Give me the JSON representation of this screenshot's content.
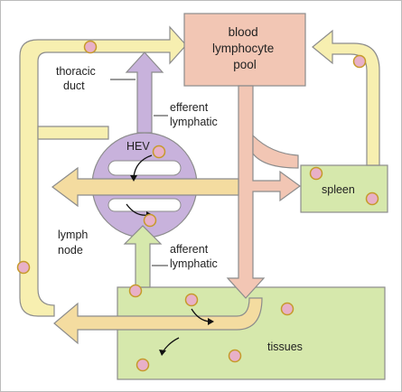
{
  "labels": {
    "blood_pool": [
      "blood",
      "lymphocyte",
      "pool"
    ],
    "thoracic_duct": [
      "thoracic",
      "duct"
    ],
    "efferent_lymphatic": [
      "efferent",
      "lymphatic"
    ],
    "hev": "HEV",
    "spleen": "spleen",
    "lymph_node": [
      "lymph",
      "node"
    ],
    "afferent_lymphatic": [
      "afferent",
      "lymphatic"
    ],
    "tissues": "tissues"
  },
  "colors": {
    "yellow_path": "#f7efb0",
    "pink_path": "#f2c6b4",
    "purple_path": "#c8b2dc",
    "green_region": "#d6e8ac",
    "tan_path": "#f4dca0",
    "outline": "#8c8c8c",
    "cell_fill": "#e8b0c8",
    "cell_ring": "#c69a2a"
  }
}
